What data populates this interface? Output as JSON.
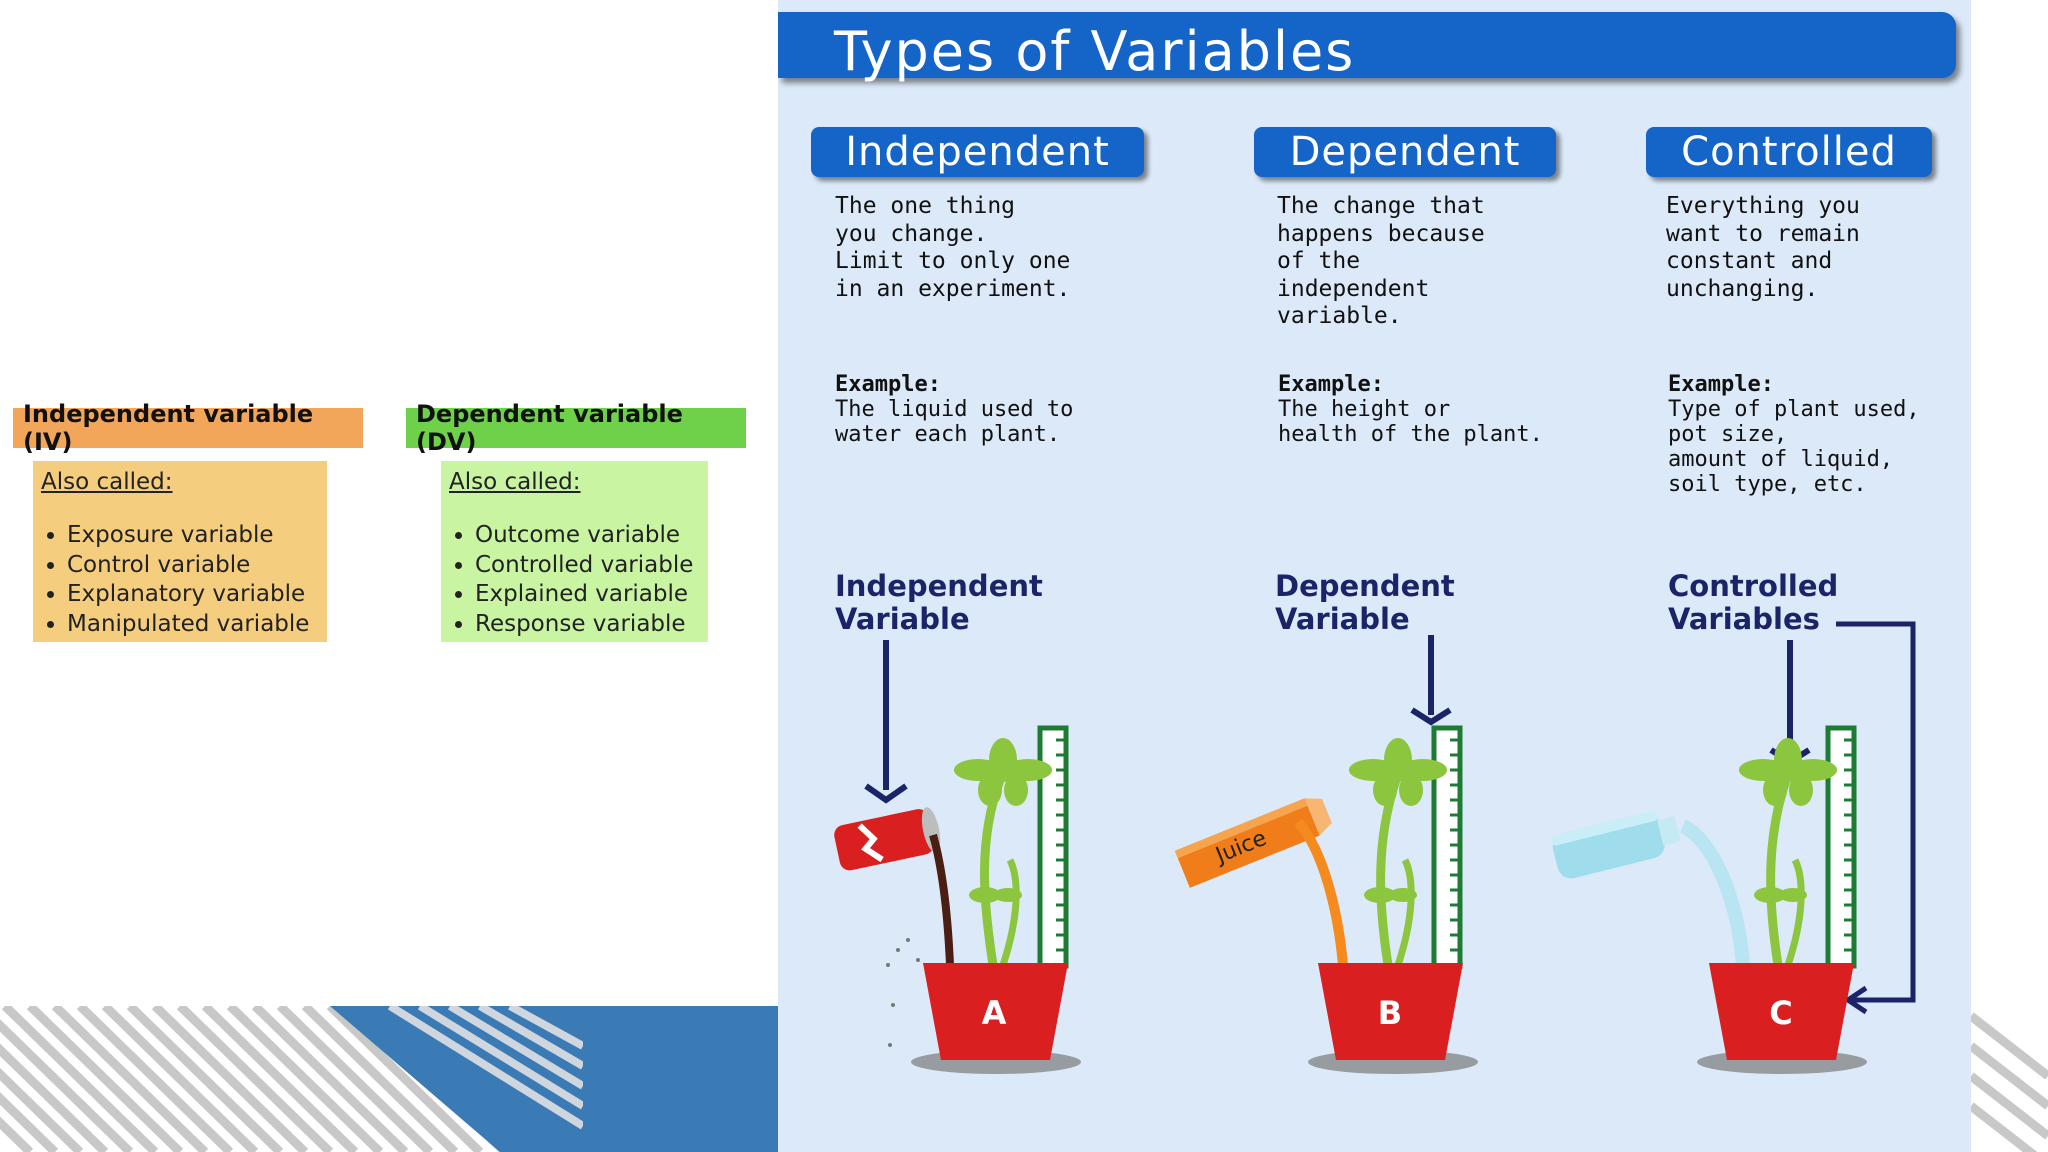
{
  "left": {
    "iv": {
      "heading": "Independent variable (IV)",
      "also_called": "Also called:",
      "items": [
        "Exposure variable",
        "Control variable",
        "Explanatory variable",
        "Manipulated variable"
      ],
      "head_color": "#f2a65a",
      "box_color": "#f5cd7e"
    },
    "dv": {
      "heading": "Dependent variable (DV)",
      "also_called": "Also called:",
      "items": [
        "Outcome variable",
        "Controlled variable",
        "Explained variable",
        "Response variable"
      ],
      "head_color": "#6fd14a",
      "box_color": "#c9f5a3"
    }
  },
  "infographic": {
    "title": "Types of Variables",
    "columns": [
      {
        "pill": "Independent",
        "description": "The one thing\nyou change.\nLimit to only one\nin an experiment.",
        "example_heading": "Example:",
        "example_text": "The liquid used to\nwater each plant.",
        "variable_label": "Independent\nVariable",
        "pot_letter": "A",
        "container_icon": "soda-can-icon"
      },
      {
        "pill": "Dependent",
        "description": "The change that\nhappens because\nof the\nindependent\nvariable.",
        "example_heading": "Example:",
        "example_text": "The height or\nhealth of the plant.",
        "variable_label": "Dependent\nVariable",
        "pot_letter": "B",
        "container_icon": "juice-box-icon",
        "container_text": "Juice"
      },
      {
        "pill": "Controlled",
        "description": "Everything you\nwant to remain\nconstant and\nunchanging.",
        "example_heading": "Example:",
        "example_text": "Type of plant used,\npot size,\namount of liquid,\nsoil type, etc.",
        "variable_label": "Controlled\nVariables",
        "pot_letter": "C",
        "container_icon": "water-bottle-icon"
      }
    ],
    "colors": {
      "title_bar": "#1565c8",
      "panel_background": "#dbe9f9",
      "label_text": "#1a2467",
      "pot": "#d91f1f",
      "plant": "#8cc63f",
      "ruler": "#1e7b34"
    }
  }
}
